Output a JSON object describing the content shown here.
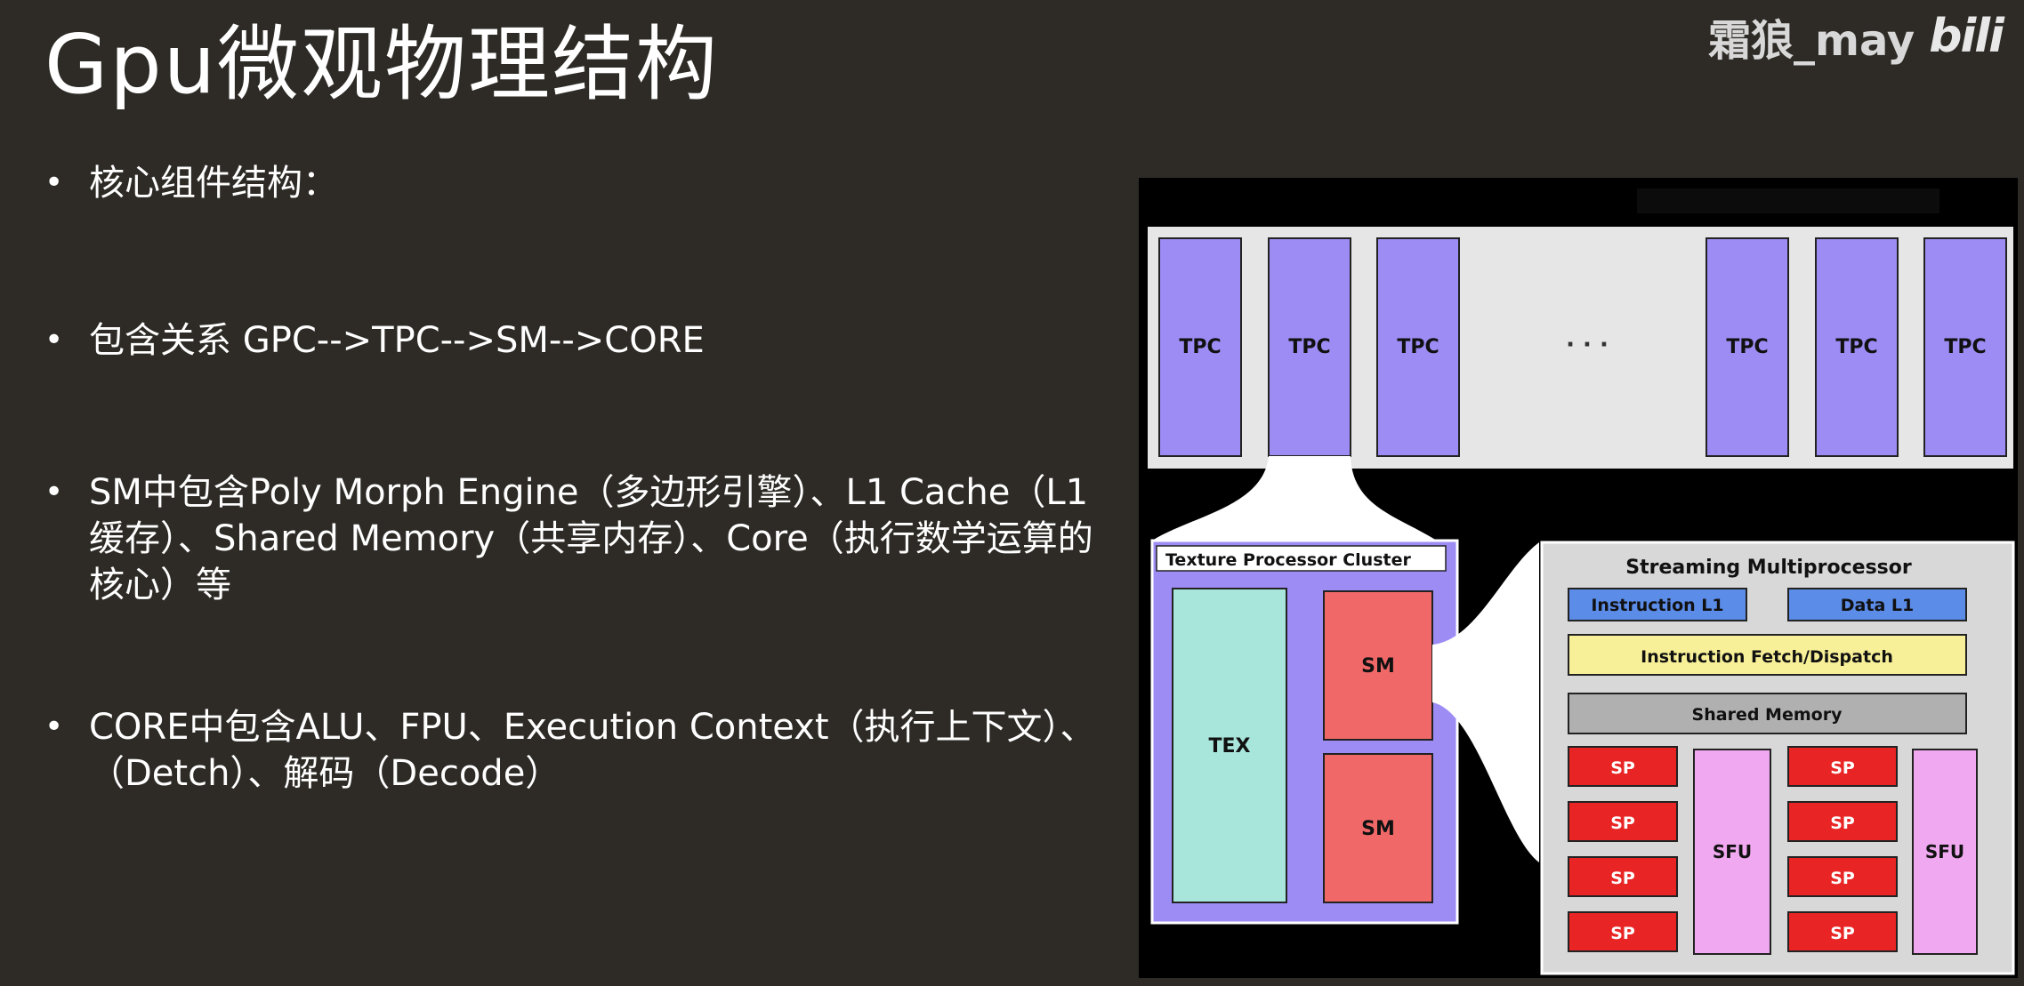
{
  "slide": {
    "title": "Gpu微观物理结构",
    "watermark": {
      "author": "霜狼_may",
      "logo_text": "bili"
    },
    "bullets": [
      "核心组件结构：",
      "包含关系 GPC-->TPC-->SM-->CORE",
      "SM中包含Poly Morph Engine（多边形引擎）、L1 Cache（L1缓存）、Shared Memory（共享内存）、Core（执行数学运算的核心）等",
      "CORE中包含ALU、FPU、Execution Context（执行上下文）、（Detch）、解码（Decode）"
    ]
  },
  "diagram": {
    "tpc_row": {
      "labels": [
        "TPC",
        "TPC",
        "TPC",
        "TPC",
        "TPC",
        "TPC"
      ],
      "ellipsis": "· · ·"
    },
    "tpc_cluster": {
      "title": "Texture Processor Cluster",
      "tex_label": "TEX",
      "sm_labels": [
        "SM",
        "SM"
      ]
    },
    "sm_detail": {
      "title": "Streaming Multiprocessor",
      "instruction_l1": "Instruction L1",
      "data_l1": "Data L1",
      "fetch_dispatch": "Instruction Fetch/Dispatch",
      "shared_memory": "Shared Memory",
      "sp_label": "SP",
      "sfu_label": "SFU"
    },
    "colors": {
      "tpc": "#9c8cf4",
      "cluster_bg": "#9c8cf4",
      "tex": "#a8e6dc",
      "sm": "#f06868",
      "sm_bg": "#d8d8d8",
      "l1": "#5b8ce8",
      "fetch": "#f8f098",
      "shared": "#b0b0b0",
      "sp": "#e82424",
      "sfu": "#f0a8f0",
      "row_bg": "#e6e6e6"
    }
  }
}
